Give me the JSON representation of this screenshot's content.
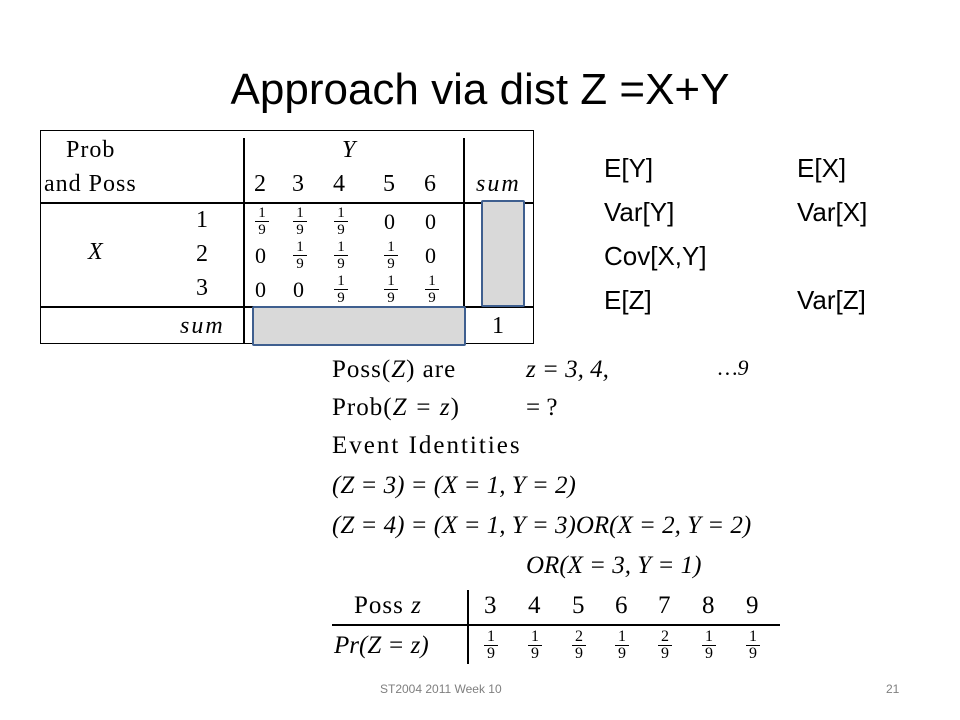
{
  "slide": {
    "title": "Approach via dist Z =X+Y",
    "footer": "ST2004 2011 Week 10",
    "page_number": "21"
  },
  "joint_table": {
    "corner_line1": "Prob",
    "corner_line2": "and Poss",
    "col_var": "Y",
    "row_var": "X",
    "sum_label": "sum",
    "y_values": [
      "2",
      "3",
      "4",
      "5",
      "6"
    ],
    "x_values": [
      "1",
      "2",
      "3"
    ],
    "cells": [
      [
        "1/9",
        "1/9",
        "1/9",
        "0",
        "0"
      ],
      [
        "0",
        "1/9",
        "1/9",
        "1/9",
        "0"
      ],
      [
        "0",
        "0",
        "1/9",
        "1/9",
        "1/9"
      ]
    ],
    "total": "1",
    "highlight_color": "#d9d9d9",
    "highlight_border": "#3f5f8f"
  },
  "stats": {
    "left": [
      "E[Y]",
      "Var[Y]",
      "Cov[X,Y]",
      "E[Z]"
    ],
    "right": [
      "E[X]",
      "Var[X]",
      "",
      "Var[Z]"
    ]
  },
  "derivation": {
    "line1_a": "Poss(",
    "line1_var": "Z",
    "line1_b": ") are",
    "line1_c": "z = 3,   4,",
    "line1_d": "…9",
    "line2_a": "Prob(",
    "line2_var": "Z = z",
    "line2_b": ")",
    "line2_c": "= ?",
    "line3": "Event   Identities",
    "line4": "(Z = 3) = (X = 1, Y = 2)",
    "line5": "(Z = 4) = (X = 1, Y = 3)OR(X = 2, Y = 2)",
    "line6": "OR(X = 3, Y = 1)"
  },
  "dist_table": {
    "row1_label_a": "Poss",
    "row1_label_var": "z",
    "row2_label": "Pr(Z = z)",
    "values": [
      "3",
      "4",
      "5",
      "6",
      "7",
      "8",
      "9"
    ],
    "probs": [
      {
        "num": "1",
        "den": "9"
      },
      {
        "num": "1",
        "den": "9"
      },
      {
        "num": "2",
        "den": "9"
      },
      {
        "num": "1",
        "den": "9"
      },
      {
        "num": "2",
        "den": "9"
      },
      {
        "num": "1",
        "den": "9"
      },
      {
        "num": "1",
        "den": "9"
      }
    ]
  }
}
